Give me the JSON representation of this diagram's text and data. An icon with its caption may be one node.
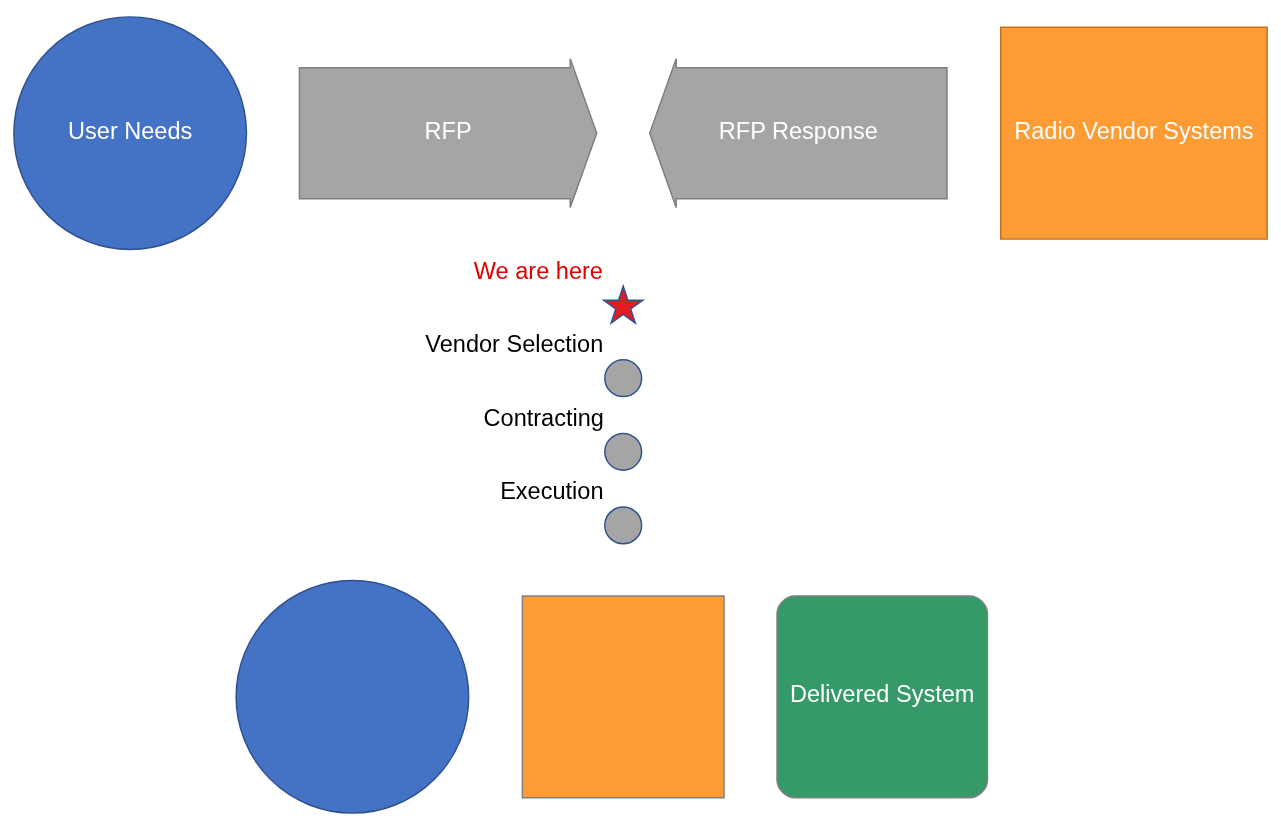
{
  "diagram": {
    "nodes": [
      {
        "text": [
          "User Needs"
        ]
      },
      {
        "text": [
          "RFP"
        ]
      },
      {
        "text": [
          "RFP Response"
        ]
      },
      {
        "text": [
          "Radio Vendor Systems"
        ]
      },
      {
        "text": [],
        "shape": "star",
        "beside": [
          "We are here"
        ]
      },
      {
        "text": [],
        "shape": "circle",
        "beside": [
          "Vendor Selection"
        ]
      },
      {
        "text": [],
        "shape": "circle",
        "beside": [
          "Contracting"
        ]
      },
      {
        "text": [],
        "shape": "circle",
        "beside": [
          "Execution"
        ]
      },
      {
        "text": [],
        "shape": "circle"
      },
      {
        "text": [],
        "shape": "box"
      },
      {
        "text": [
          "Delivered System"
        ]
      }
    ],
    "edges": []
  }
}
